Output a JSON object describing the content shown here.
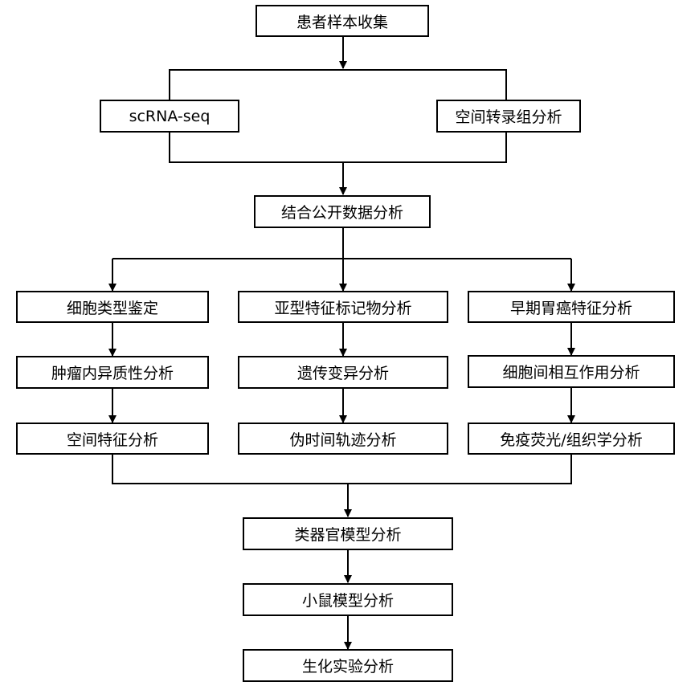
{
  "nodes": {
    "collect": "患者样本收集",
    "scrna": "scRNA-seq",
    "spatial_tx": "空间转录组分析",
    "public": "结合公开数据分析",
    "celltype": "细胞类型鉴定",
    "heterogeneity": "肿瘤内异质性分析",
    "spatial_feat": "空间特征分析",
    "subtype": "亚型特征标记物分析",
    "genetic": "遗传变异分析",
    "pseudotime": "伪时间轨迹分析",
    "early_gc": "早期胃癌特征分析",
    "interaction": "细胞间相互作用分析",
    "ihc": "免疫荧光/组织学分析",
    "organoid": "类器官模型分析",
    "mouse": "小鼠模型分析",
    "biochem": "生化实验分析"
  },
  "colors": {
    "line": "#000000",
    "box_border": "#000000",
    "box_fill": "#ffffff"
  }
}
